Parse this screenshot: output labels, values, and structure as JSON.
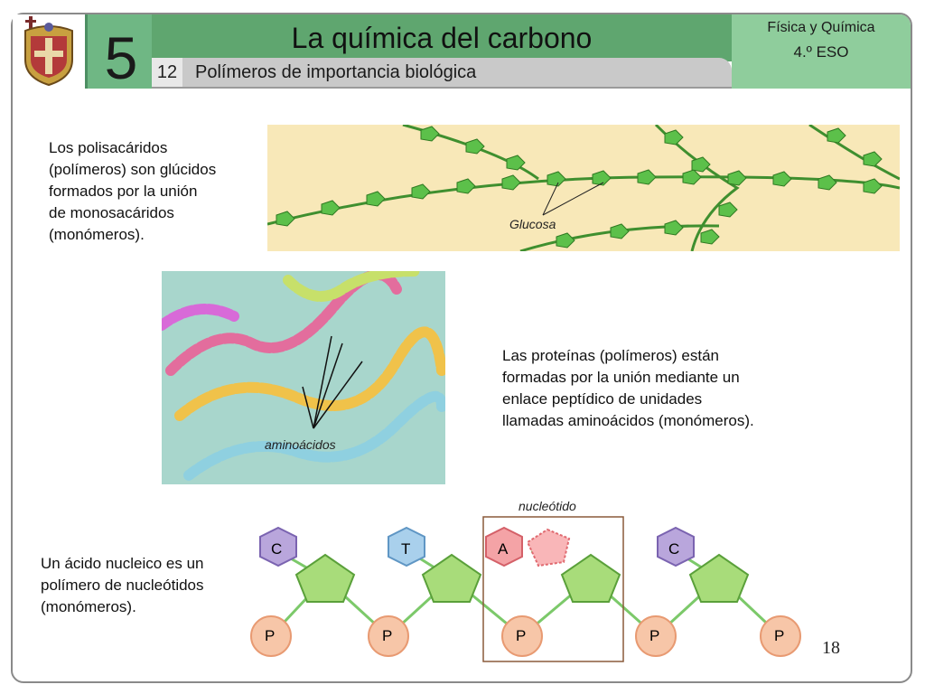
{
  "header": {
    "unit_number": "5",
    "title": "La química del carbono",
    "section_number": "12",
    "section_title": "Polímeros de importancia biológica",
    "subject": "Física y Química",
    "course": "4.º ESO"
  },
  "polysaccharides": {
    "text_lines": [
      "Los polisacáridos",
      "(polímeros) son glúcidos",
      "formados por la unión",
      "de monosacáridos",
      "(monómeros)."
    ],
    "label": "Glucosa"
  },
  "proteins": {
    "text_lines": [
      "Las proteínas (polímeros) están",
      "formadas por la unión mediante un",
      "enlace peptídico de unidades",
      "llamadas aminoácidos (monómeros)."
    ],
    "label": "aminoácidos"
  },
  "nucleic_acid": {
    "text_lines": [
      "Un ácido nucleico es un",
      "polímero de nucleótidos",
      "(monómeros)."
    ],
    "label": "nucleótido",
    "bases": [
      "C",
      "T",
      "A",
      "C"
    ],
    "phosphate_label": "P",
    "colors": {
      "C": "#b9a6dc",
      "T": "#a9d0ec",
      "A": "#f4a3a6",
      "sugar": "#a8dc7a",
      "phosphate": "#f7c6a8"
    }
  },
  "page_number": "18"
}
